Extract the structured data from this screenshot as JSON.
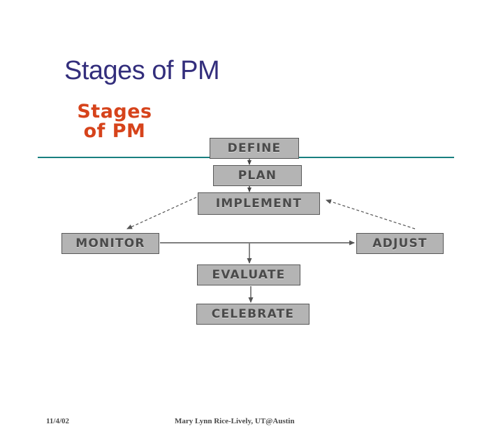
{
  "slide": {
    "title": "Stages of PM",
    "title_color": "#332e7c",
    "background": "#ffffff"
  },
  "diagram": {
    "heading_line1": "Stages",
    "heading_line2": "of PM",
    "heading_color": "#d6431b",
    "rule_color": "#187f7f",
    "node_fill": "#b4b4b4",
    "node_border": "#585858",
    "node_text_color": "#4a4a4a",
    "nodes": [
      {
        "id": "define",
        "label": "DEFINE"
      },
      {
        "id": "plan",
        "label": "PLAN"
      },
      {
        "id": "implement",
        "label": "IMPLEMENT"
      },
      {
        "id": "monitor",
        "label": "MONITOR"
      },
      {
        "id": "adjust",
        "label": "ADJUST"
      },
      {
        "id": "evaluate",
        "label": "EVALUATE"
      },
      {
        "id": "celebrate",
        "label": "CELEBRATE"
      }
    ],
    "connections": [
      {
        "from": "DEFINE",
        "to": "PLAN",
        "style": "solid-down"
      },
      {
        "from": "PLAN",
        "to": "IMPLEMENT",
        "style": "solid-down"
      },
      {
        "from": "IMPLEMENT",
        "to": "MONITOR",
        "style": "dashed-diagonal"
      },
      {
        "from": "ADJUST",
        "to": "IMPLEMENT",
        "style": "dashed-diagonal"
      },
      {
        "from": "MONITOR",
        "to": "ADJUST",
        "style": "solid-horizontal"
      },
      {
        "from": "MONITOR",
        "to": "EVALUATE",
        "style": "solid-down"
      },
      {
        "from": "EVALUATE",
        "to": "CELEBRATE",
        "style": "solid-down"
      }
    ]
  },
  "footer": {
    "date": "11/4/02",
    "credit": "Mary Lynn Rice-Lively, UT@Austin"
  }
}
